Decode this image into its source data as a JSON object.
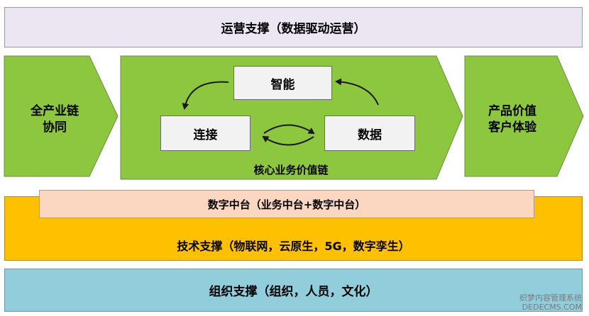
{
  "ops_support": "运营支撑（数据驱动运营）",
  "left_chevron": {
    "line1": "全产业链",
    "line2": "协同"
  },
  "core_chain": {
    "label": "核心业务价值链",
    "nodes": {
      "smart": "智能",
      "connect": "连接",
      "data": "数据"
    }
  },
  "right_chevron": {
    "line1": "产品价值",
    "line2": "客户体验"
  },
  "platform": "数字中台（业务中台+数字中台）",
  "tech_support": "技术支撑（物联网，云原生，5G，数字孪生）",
  "org_support": "组织支撑（组织，人员，文化）",
  "watermark": {
    "line1": "织梦内容管理系统",
    "line2": "DEDECMS.COM"
  },
  "colors": {
    "green": "#8dc63f",
    "lavender": "#ebe6f2",
    "orange": "#ffc000",
    "peach": "#fbd6c0",
    "blue": "#92cddc",
    "node_bg": "#f2f2f2"
  }
}
